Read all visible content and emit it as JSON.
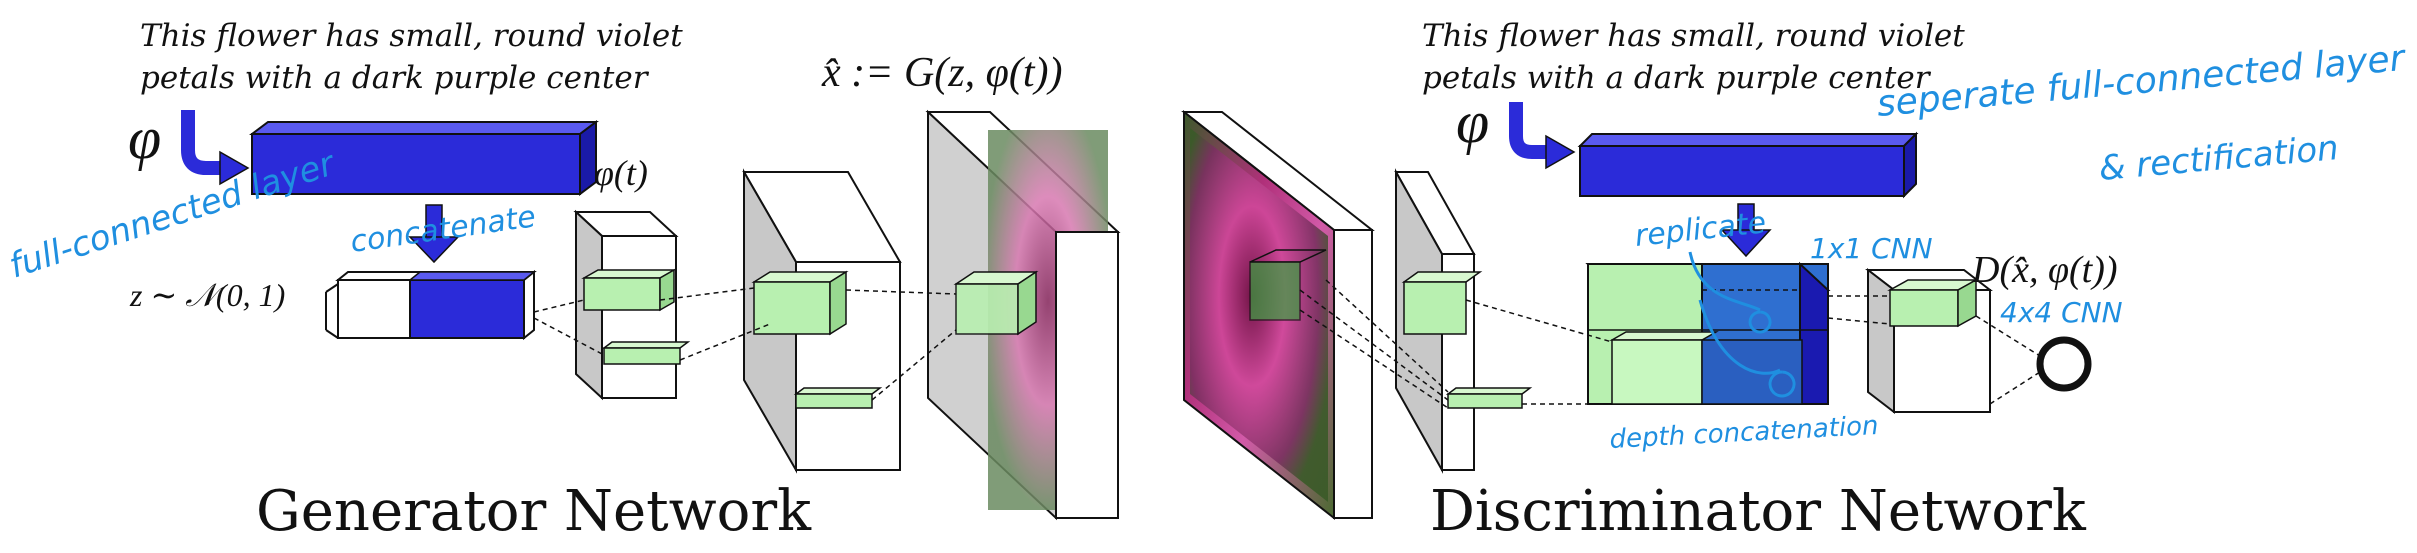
{
  "generator": {
    "caption_line1": "This flower has small, round violet",
    "caption_line2": "petals with a dark purple center",
    "phi_symbol": "φ",
    "phi_t_label": "φ(t)",
    "z_label": "z ∼ 𝒩(0, 1)",
    "output_label": "x̂ := G(z, φ(t))",
    "title": "Generator Network",
    "annotations": {
      "fc_layer": "full-connected layer",
      "concatenate": "concatenate"
    }
  },
  "discriminator": {
    "caption_line1": "This flower has small, round violet",
    "caption_line2": "petals with a dark purple center",
    "phi_symbol": "φ",
    "output_label": "D(x̂, φ(t))",
    "title": "Discriminator Network",
    "annotations": {
      "separate_fc_line1": "seperate full-connected layer",
      "separate_fc_line2": "& rectification",
      "replicate": "replicate",
      "conv_1x1": "1x1 CNN",
      "conv_4x4": "4x4 CNN",
      "depth_concat": "depth concatenation"
    }
  },
  "colors": {
    "embedding_blue": "#2b2bd9",
    "feature_green": "#b8f0b0",
    "annotation_blue": "#1f8fe0",
    "outline": "#111111"
  }
}
